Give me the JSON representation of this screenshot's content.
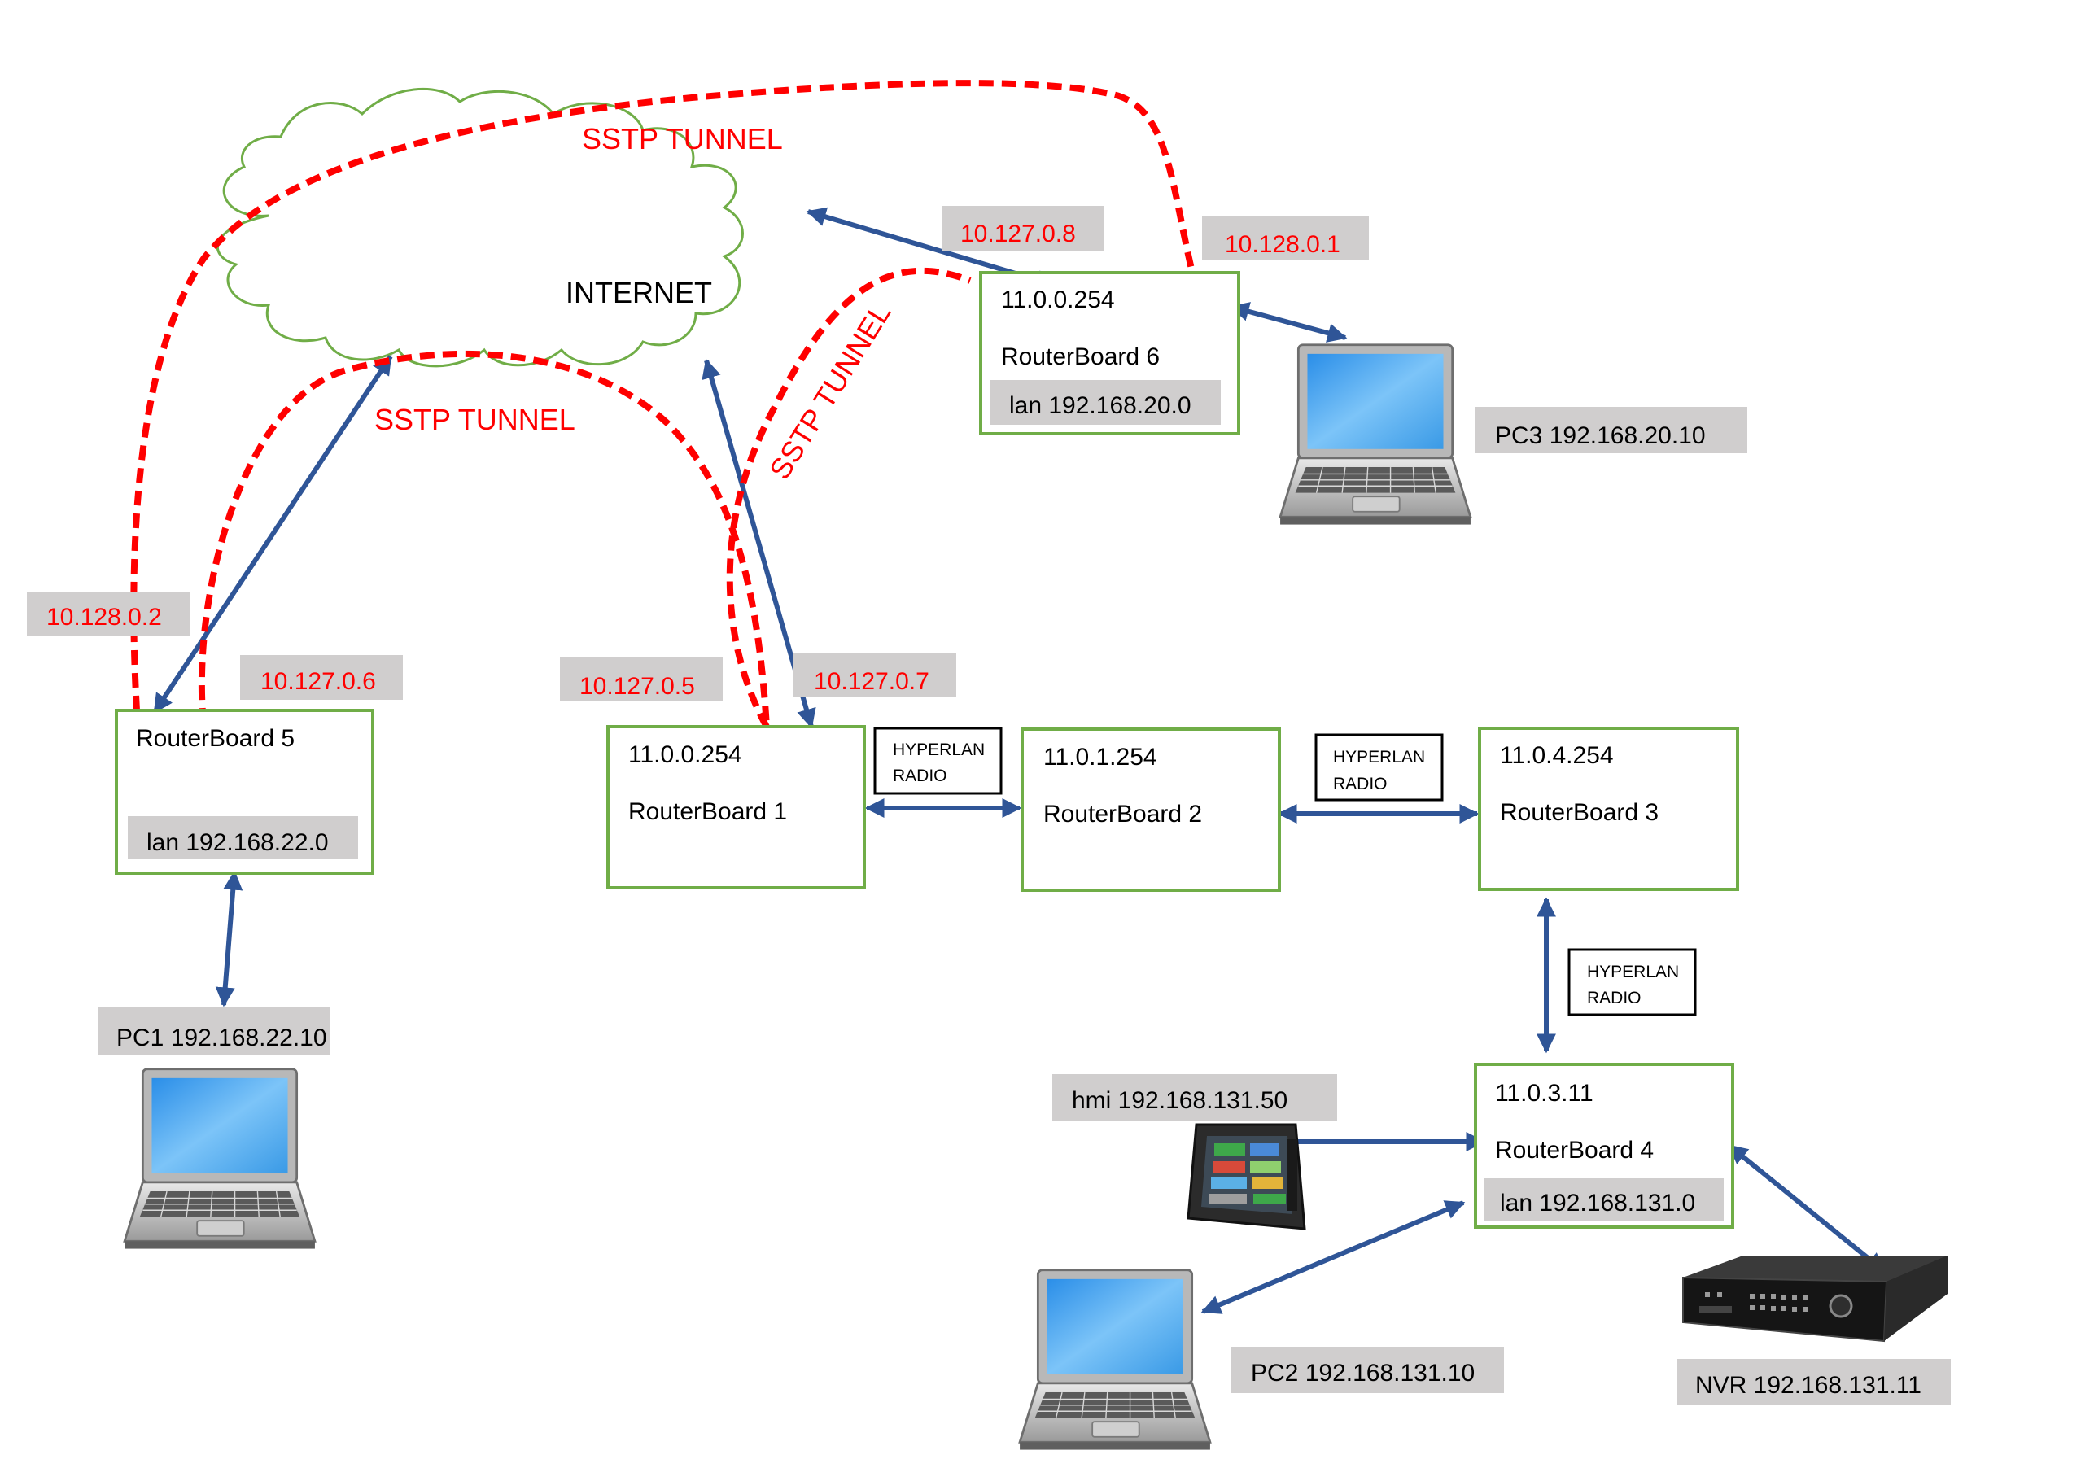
{
  "cloud": {
    "label": "INTERNET"
  },
  "tunnels": [
    {
      "label": "SSTP TUNNEL"
    },
    {
      "label": "SSTP TUNNEL"
    },
    {
      "label": "SSTP TUNNEL"
    }
  ],
  "tunnel_ips": {
    "rb5_top": "10.128.0.2",
    "rb5_mid": "10.127.0.6",
    "rb1_left": "10.127.0.5",
    "rb1_right": "10.127.0.7",
    "rb6_left": "10.127.0.8",
    "rb6_right": "10.128.0.1"
  },
  "routers": {
    "rb5": {
      "name": "RouterBoard 5",
      "lan": "lan 192.168.22.0"
    },
    "rb1": {
      "ip": "11.0.0.254",
      "name": "RouterBoard 1"
    },
    "rb2": {
      "ip": "11.0.1.254",
      "name": "RouterBoard 2"
    },
    "rb3": {
      "ip": "11.0.4.254",
      "name": "RouterBoard 3"
    },
    "rb4": {
      "ip": "11.0.3.11",
      "name": "RouterBoard 4",
      "lan": "lan 192.168.131.0"
    },
    "rb6": {
      "ip": "11.0.0.254",
      "name": "RouterBoard 6",
      "lan": "lan 192.168.20.0"
    }
  },
  "radio_links": [
    {
      "line1": "HYPERLAN",
      "line2": "RADIO"
    },
    {
      "line1": "HYPERLAN",
      "line2": "RADIO"
    },
    {
      "line1": "HYPERLAN",
      "line2": "RADIO"
    }
  ],
  "devices": {
    "pc1": "PC1 192.168.22.10",
    "pc2": "PC2 192.168.131.10",
    "pc3": "PC3 192.168.20.10",
    "hmi": "hmi 192.168.131.50",
    "nvr": "NVR 192.168.131.11"
  },
  "colors": {
    "tunnel": "#ff0000",
    "link": "#2f5597",
    "router_border": "#70ad47",
    "cloud_border": "#70ad47",
    "label_background": "#d0cece"
  },
  "icons": {
    "laptop": "laptop-icon",
    "hmi": "hmi-panel-icon",
    "nvr": "nvr-recorder-icon",
    "cloud": "cloud-icon"
  }
}
